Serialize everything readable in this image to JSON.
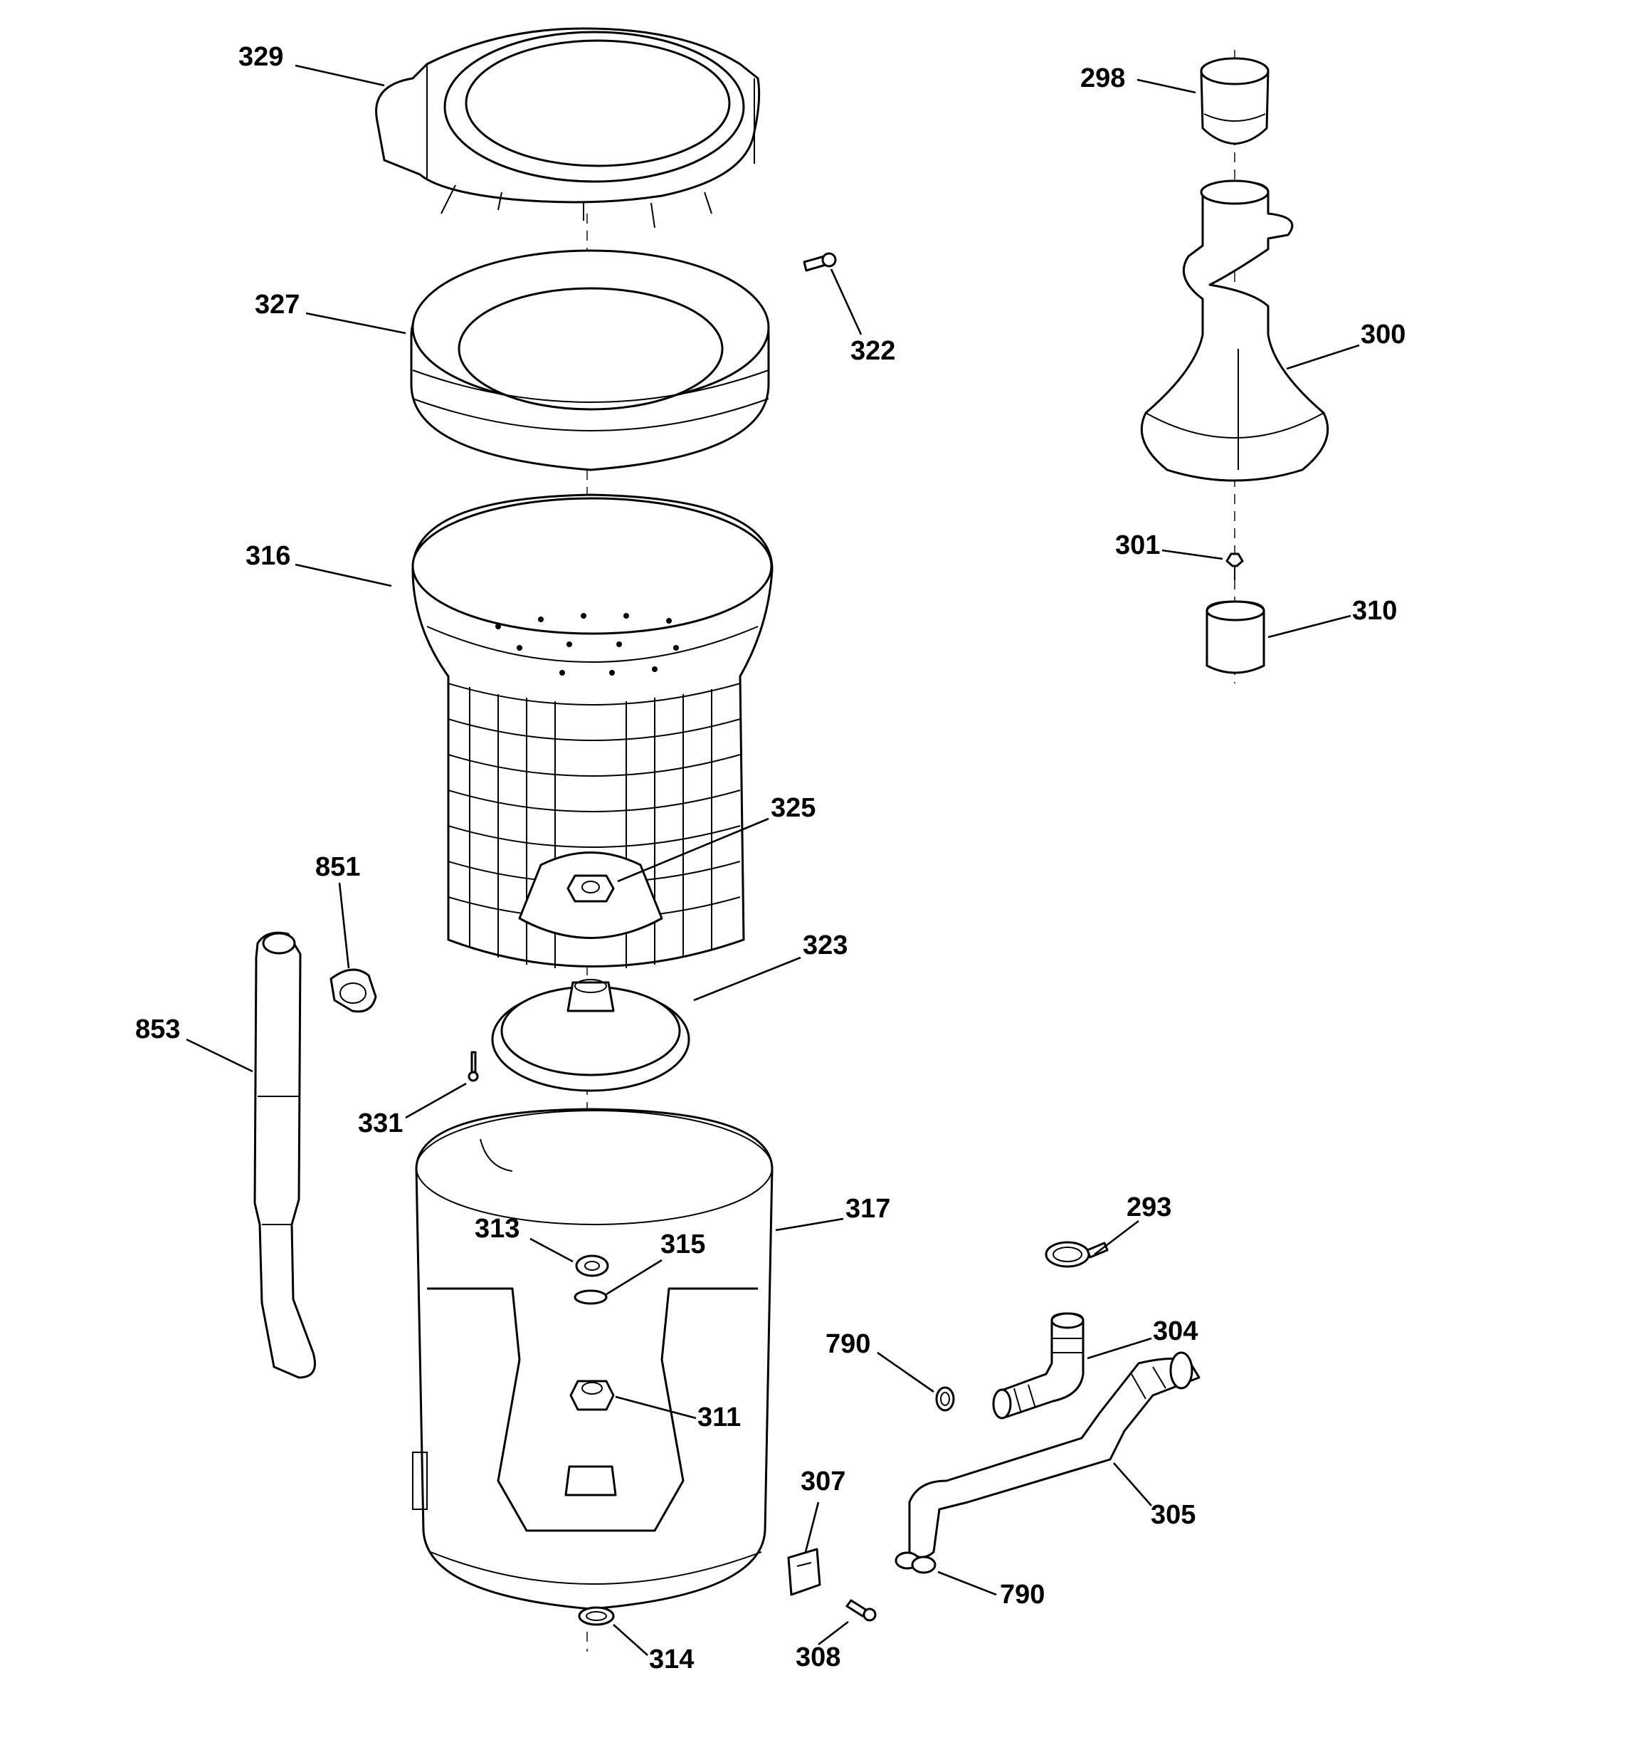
{
  "labels": {
    "p329": "329",
    "p327": "327",
    "p322": "322",
    "p316": "316",
    "p325": "325",
    "p851": "851",
    "p853": "853",
    "p323": "323",
    "p331": "331",
    "p317": "317",
    "p313": "313",
    "p315": "315",
    "p311": "311",
    "p314": "314",
    "p298": "298",
    "p300": "300",
    "p301": "301",
    "p310": "310",
    "p293": "293",
    "p304": "304",
    "p790a": "790",
    "p305": "305",
    "p307": "307",
    "p308": "308",
    "p790b": "790"
  }
}
